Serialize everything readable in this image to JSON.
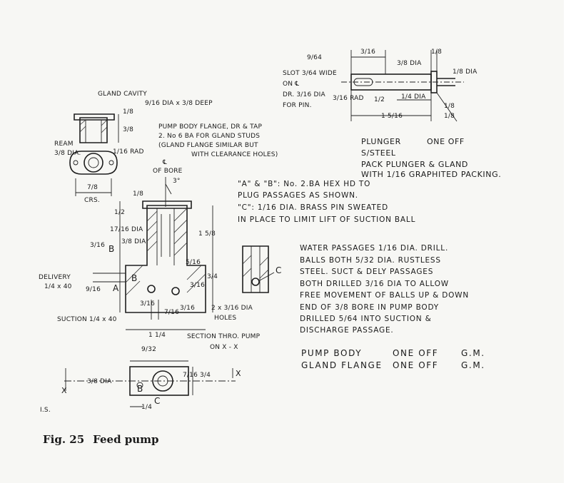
{
  "caption": {
    "figure": "Fig. 25",
    "title": "Feed pump"
  },
  "plunger": {
    "dims": [
      "9/64",
      "3/16",
      "3/8 DIA",
      "1/8",
      "1/8 DIA",
      "1/4 DIA",
      "1/2",
      "1 5/16",
      "1/8",
      "1/8",
      "3/16 RAD"
    ],
    "slot_note": [
      "SLOT 3/64 WIDE",
      "ON ℄",
      "DR. 3/16 DIA",
      "FOR PIN."
    ],
    "labels": [
      "PLUNGER",
      "ONE OFF",
      "S/STEEL"
    ],
    "packing_note": [
      "PACK PLUNGER & GLAND",
      "WITH 1/16 GRAPHITED PACKING."
    ]
  },
  "gland": {
    "cavity_note": [
      "GLAND CAVITY",
      "9/16 DIA x 3/8 DEEP"
    ],
    "dims": [
      "1/8",
      "3/8",
      "1/16 RAD",
      "7/8",
      "CRS."
    ],
    "ream_note": [
      "REAM",
      "3/8 DIA."
    ],
    "flange_note": [
      "PUMP BODY FLANGE, DR & TAP",
      "2. No 6 BA FOR GLAND STUDS",
      "(GLAND FLANGE SIMILAR BUT",
      "WITH CLEARANCE HOLES)"
    ]
  },
  "section": {
    "bore": [
      "℄",
      "OF BORE"
    ],
    "angle": "3°",
    "dims": [
      "1/8",
      "1/2",
      "17/16 DIA",
      "3/8 DIA",
      "1 5/8",
      "3/16",
      "5/16",
      "3/4",
      "9/16",
      "3/16",
      "7/16",
      "3/16",
      "1 1/4",
      "3/16"
    ],
    "letters": [
      "B",
      "A",
      "B"
    ],
    "delivery": [
      "DELIVERY",
      "1/4 x 40"
    ],
    "suction": "SUCTION 1/4 x 40",
    "holes": [
      "2 x 3/16 DIA",
      "HOLES"
    ],
    "title": [
      "SECTION THRO. PUMP",
      "ON X - X"
    ]
  },
  "detail": {
    "letter": "C"
  },
  "notes": {
    "plugs": [
      "\"A\" & \"B\": No. 2.BA HEX HD TO",
      "PLUG PASSAGES AS SHOWN.",
      "\"C\": 1/16 DIA. BRASS PIN SWEATED",
      "IN PLACE TO LIMIT LIFT OF SUCTION BALL"
    ],
    "water": [
      "WATER PASSAGES 1/16 DIA. DRILL.",
      "BALLS BOTH 5/32 DIA. RUSTLESS",
      "STEEL. SUCT & DELY PASSAGES",
      "BOTH DRILLED 3/16 DIA TO ALLOW",
      "FREE MOVEMENT OF BALLS UP & DOWN",
      "END OF 3/8 BORE IN PUMP BODY",
      "DRILLED 5/64 INTO SUCTION &",
      "DISCHARGE PASSAGE."
    ]
  },
  "parts_list": [
    {
      "part": "PUMP BODY",
      "qty": "ONE OFF",
      "material": "G.M."
    },
    {
      "part": "GLAND FLANGE",
      "qty": "ONE OFF",
      "material": "G.M."
    }
  ],
  "plan": {
    "dims": [
      "9/32",
      "3/8 DIA",
      "7/16",
      "3/4",
      "1/4"
    ],
    "x_marks": [
      "X",
      "X"
    ],
    "letters": [
      "B",
      "C"
    ]
  },
  "initials": "I.S."
}
